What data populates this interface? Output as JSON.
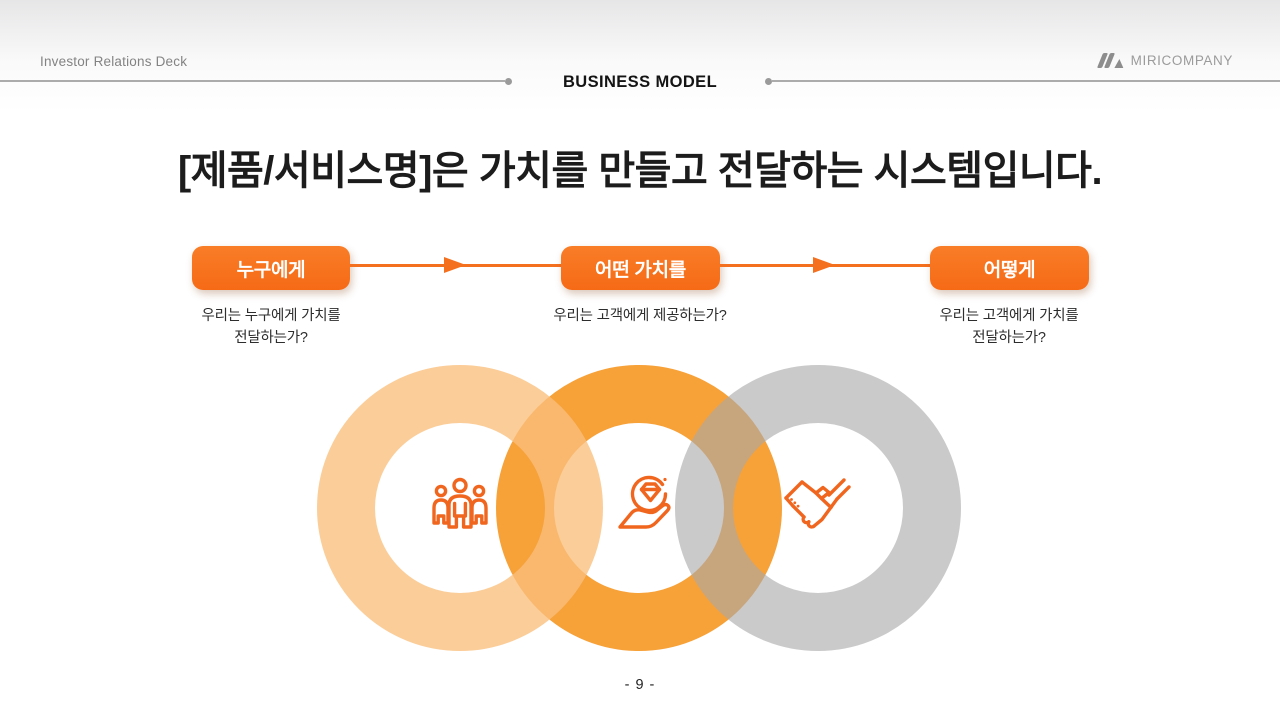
{
  "header": {
    "deck_label": "Investor Relations Deck",
    "section_title": "BUSINESS MODEL",
    "brand_name": "MIRICOMPANY"
  },
  "main_title": "[제품/서비스명]은 가치를 만들고 전달하는 시스템입니다.",
  "steps": [
    {
      "label": "누구에게",
      "description": "우리는 누구에게 가치를\n전달하는가?"
    },
    {
      "label": "어떤 가치를",
      "description": "우리는 고객에게 제공하는가?"
    },
    {
      "label": "어떻게",
      "description": "우리는 고객에게 가치를\n전달하는가?"
    }
  ],
  "diagram": {
    "icons": [
      "people-icon",
      "value-in-hand-icon",
      "handshake-icon"
    ],
    "colors": {
      "ring_left": "#FABF7C",
      "ring_middle": "#F7A139",
      "ring_right": "#C9C9C9",
      "icon_stroke": "#F1661F",
      "accent_orange": "#F4701F"
    }
  },
  "page_number": "- 9 -"
}
